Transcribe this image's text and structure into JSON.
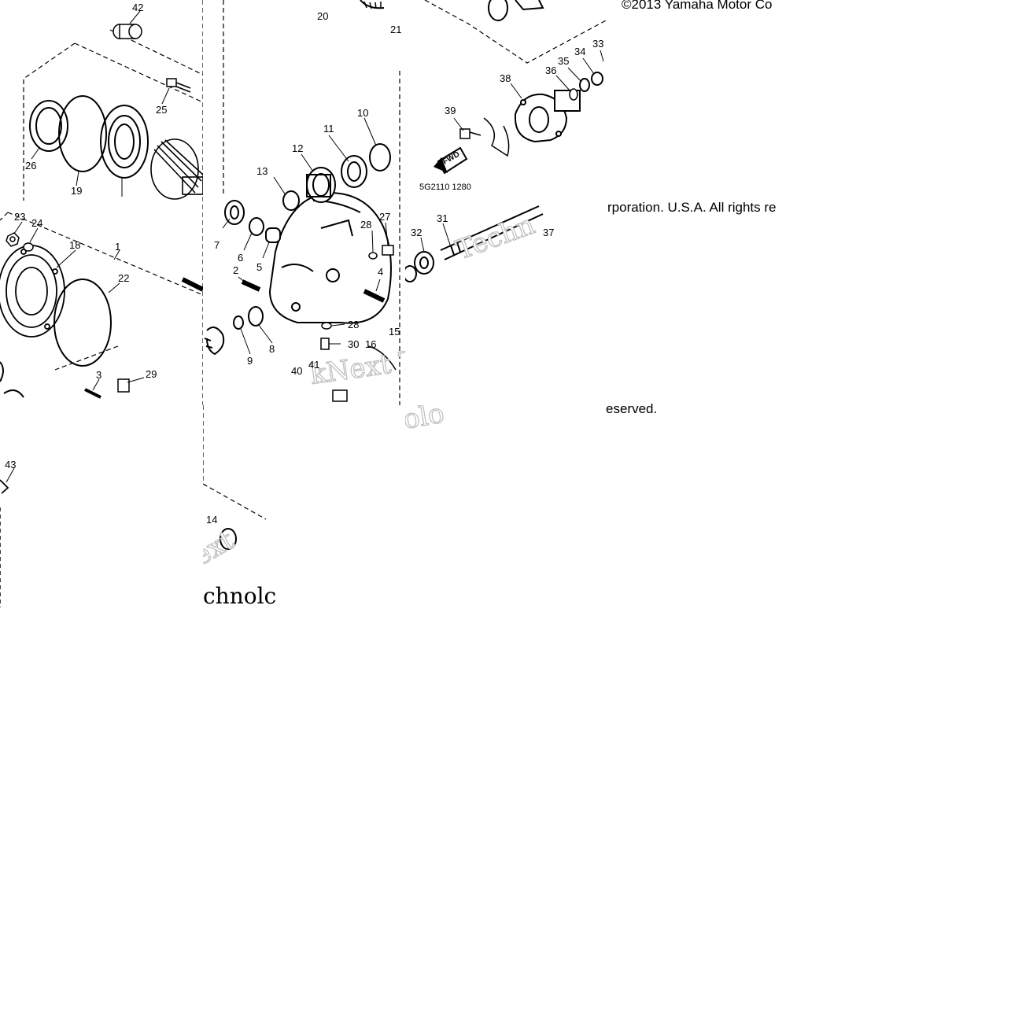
{
  "copyright_top": "©2013 Yamaha Motor Co",
  "copyright_mid": "rporation. U.S.A. All rights re",
  "copyright_bottom": "eserved.",
  "figure_code": "5G2110 1280",
  "fwd_label": "FWD",
  "watermarks": {
    "a": "Techn",
    "b": "kNext Te",
    "c": "ext",
    "d": "chnolc",
    "e": "olo"
  },
  "callouts": {
    "n42": "42",
    "n20": "20",
    "n21": "21",
    "n25": "25",
    "n26": "26",
    "n19": "19",
    "n23": "23",
    "n24": "24",
    "n18": "18",
    "n1": "1",
    "n22": "22",
    "n3": "3",
    "n29": "29",
    "n43": "43",
    "n13": "13",
    "n12": "12",
    "n11": "11",
    "n10": "10",
    "n7": "7",
    "n6": "6",
    "n5": "5",
    "n2": "2",
    "n28a": "28",
    "n27": "27",
    "n4": "4",
    "n9": "9",
    "n8": "8",
    "n28b": "28",
    "n30": "30",
    "n16": "16",
    "n15": "15",
    "n41": "41",
    "n40": "40",
    "n14": "14",
    "n38": "38",
    "n36": "36",
    "n35": "35",
    "n34": "34",
    "n33": "33",
    "n39": "39",
    "n31": "31",
    "n32": "32",
    "n37": "37"
  }
}
